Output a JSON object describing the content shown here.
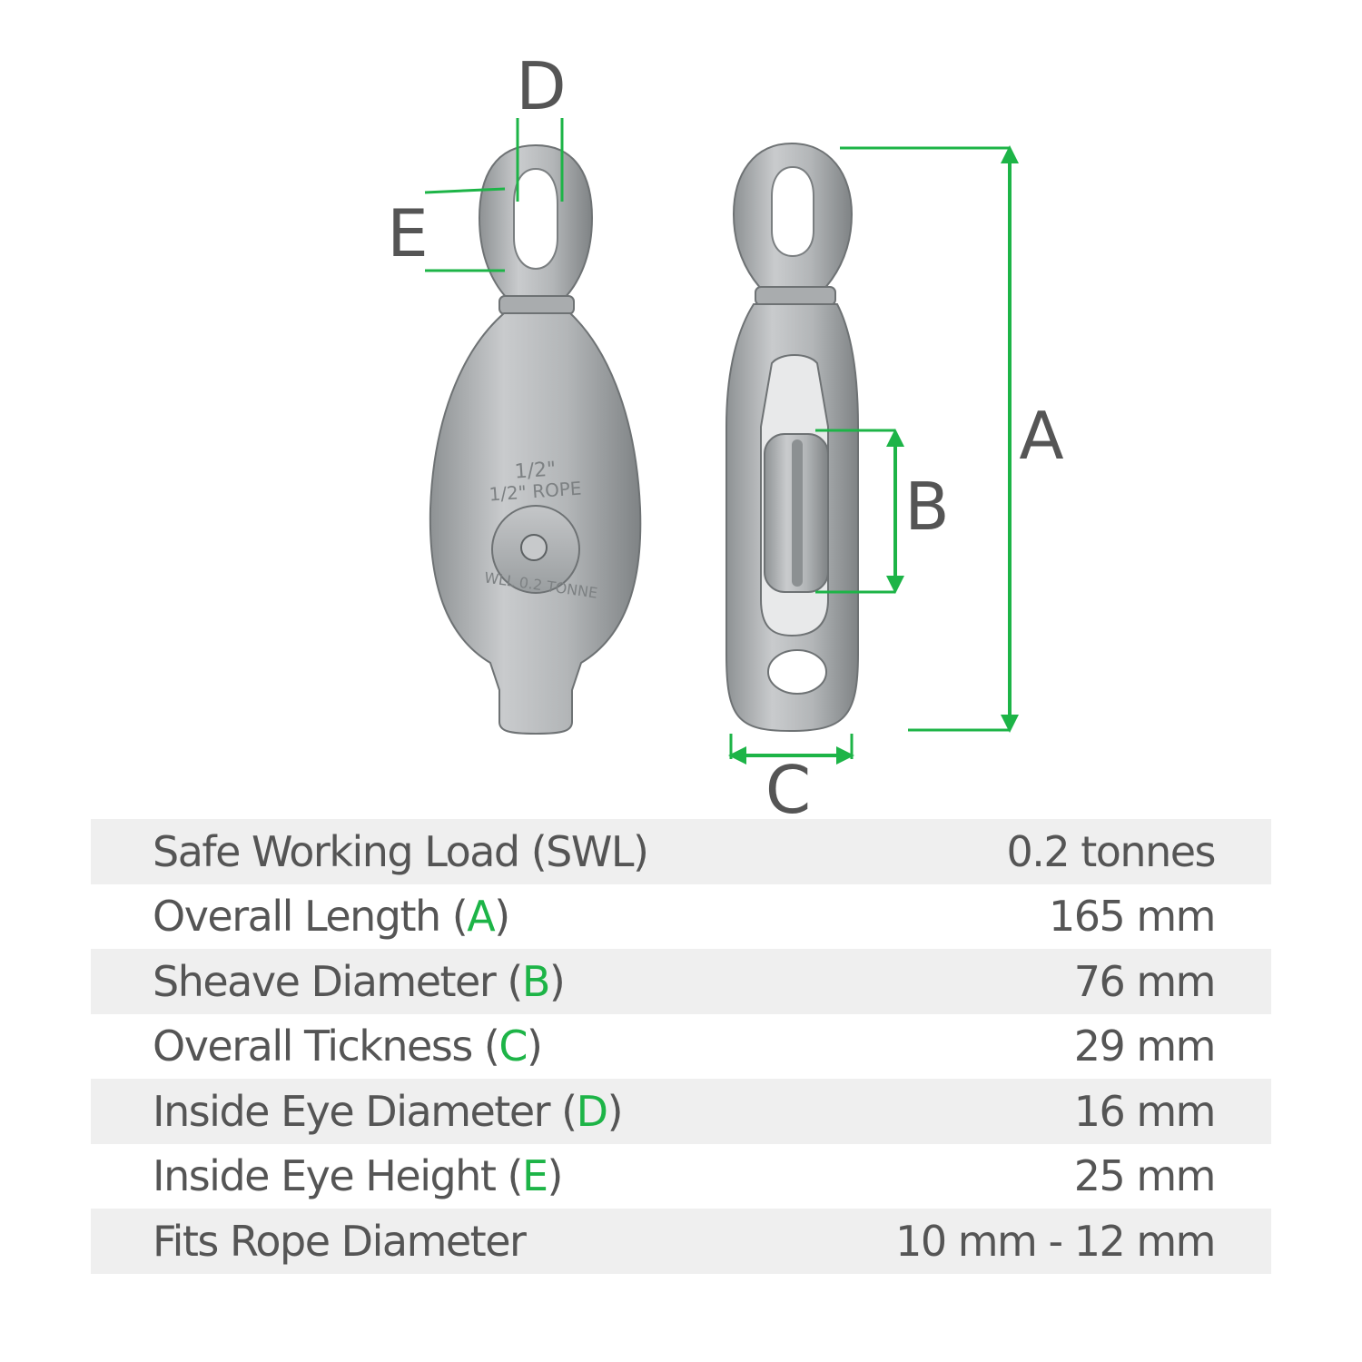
{
  "colors": {
    "accent": "#1db447",
    "text": "#555555",
    "metal": "#b5b8ba",
    "row_shade": "#efefef"
  },
  "dimension_labels": {
    "a": "A",
    "b": "B",
    "c": "C",
    "d": "D",
    "e": "E"
  },
  "pulley_casting_text": {
    "line1": "1/2\"",
    "line2": "1/2\" ROPE",
    "line3": "WLL 0.2 TONNE"
  },
  "specs": [
    {
      "label": "Safe Working Load (SWL)",
      "letter": "",
      "value": "0.2 tonnes"
    },
    {
      "label": "Overall Length",
      "letter": "A",
      "value": "165 mm"
    },
    {
      "label": "Sheave Diameter",
      "letter": "B",
      "value": "76 mm"
    },
    {
      "label": "Overall Tickness",
      "letter": "C",
      "value": "29 mm"
    },
    {
      "label": "Inside Eye Diameter",
      "letter": "D",
      "value": "16 mm"
    },
    {
      "label": "Inside Eye Height",
      "letter": "E",
      "value": "25 mm"
    },
    {
      "label": "Fits Rope Diameter",
      "letter": "",
      "value": "10 mm - 12 mm"
    }
  ]
}
